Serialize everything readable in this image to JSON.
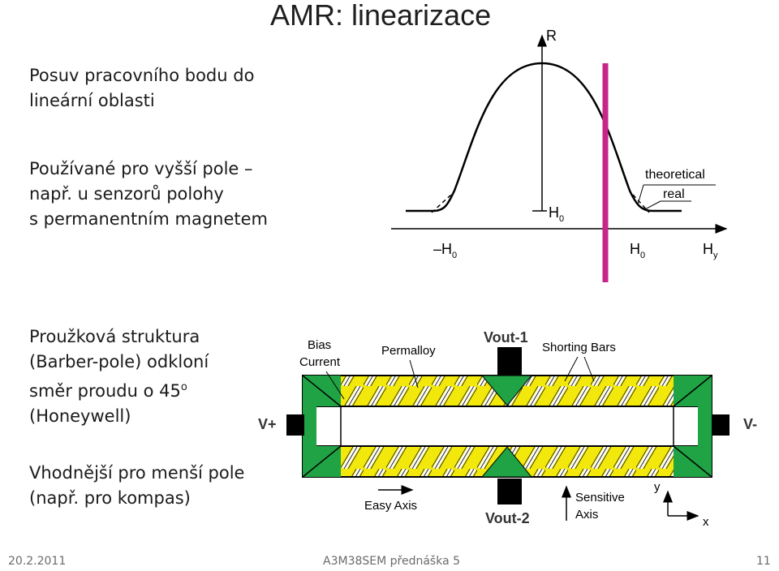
{
  "slide_title": "AMR: linearizace",
  "bullets": [
    {
      "lines": [
        "Posuv pracovního bodu do",
        "lineární oblasti"
      ]
    },
    {
      "lines": [
        "Používané pro vyšší pole –",
        "např. u senzorů polohy",
        "s permanentním magnetem"
      ]
    },
    {
      "lines": [
        "Proužková struktura",
        "(Barber-pole) odkloní",
        "směr proudu o 45",
        "(Honeywell)"
      ],
      "superscript": "o"
    },
    {
      "lines": [
        "Vhodnější pro menší pole",
        "(např. pro kompas)"
      ]
    }
  ],
  "curve_diagram": {
    "axis_r": "R",
    "h0_center": "H",
    "h0_center_sub": "0",
    "neg_h0": "–H",
    "neg_h0_sub": "0",
    "pos_h0": "H",
    "pos_h0_sub": "0",
    "hy": "H",
    "hy_sub": "y",
    "theoretical": "theoretical",
    "real": "real",
    "marker_color": "#c8248c"
  },
  "sensor_diagram": {
    "bias_current_1": "Bias",
    "bias_current_2": "Current",
    "permalloy": "Permalloy",
    "vout1": "Vout-1",
    "vout2": "Vout-2",
    "shorting_bars": "Shorting Bars",
    "vplus": "V+",
    "vminus": "V-",
    "easy_axis": "Easy Axis",
    "sensitive_1": "Sensitive",
    "sensitive_2": "Axis",
    "axis_y": "y",
    "axis_x": "x",
    "strip_color": "#f2e80c",
    "electrode_color": "#1fa345"
  },
  "footer": {
    "date": "20.2.2011",
    "course": "A3M38SEM přednáška 5",
    "page": "11"
  }
}
